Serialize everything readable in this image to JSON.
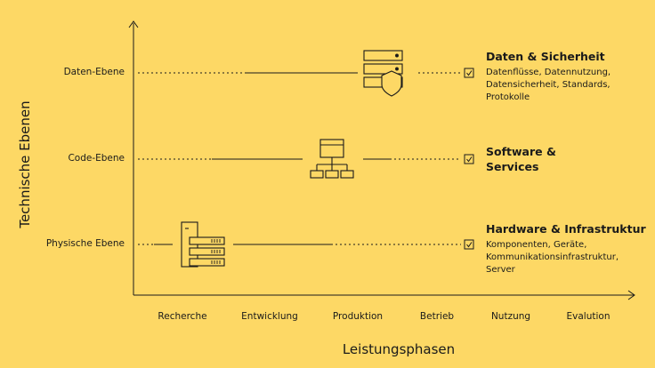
{
  "axes": {
    "x_title": "Leistungsphasen",
    "y_title": "Technische Ebenen"
  },
  "phases": [
    "Recherche",
    "Entwicklung",
    "Produktion",
    "Betrieb",
    "Nutzung",
    "Evalution"
  ],
  "levels": [
    {
      "label": "Daten-Ebene",
      "title_lines": [
        "Daten & Sicherheit"
      ],
      "description_lines": [
        "Datenflüsse, Datennutzung,",
        "Datensicherheit, Standards,",
        "Protokolle"
      ],
      "icon": "server-shield-icon"
    },
    {
      "label": "Code-Ebene",
      "title_lines": [
        "Software &",
        "Services"
      ],
      "description_lines": [],
      "icon": "window-hierarchy-icon"
    },
    {
      "label": "Physische Ebene",
      "title_lines": [
        "Hardware & Infrastruktur"
      ],
      "description_lines": [
        "Komponenten, Geräte,",
        "Kommunikationsinfrastruktur,",
        "Server"
      ],
      "icon": "device-server-icon"
    }
  ],
  "colors": {
    "background": "#FDD865",
    "ink": "#1a1a1a"
  }
}
